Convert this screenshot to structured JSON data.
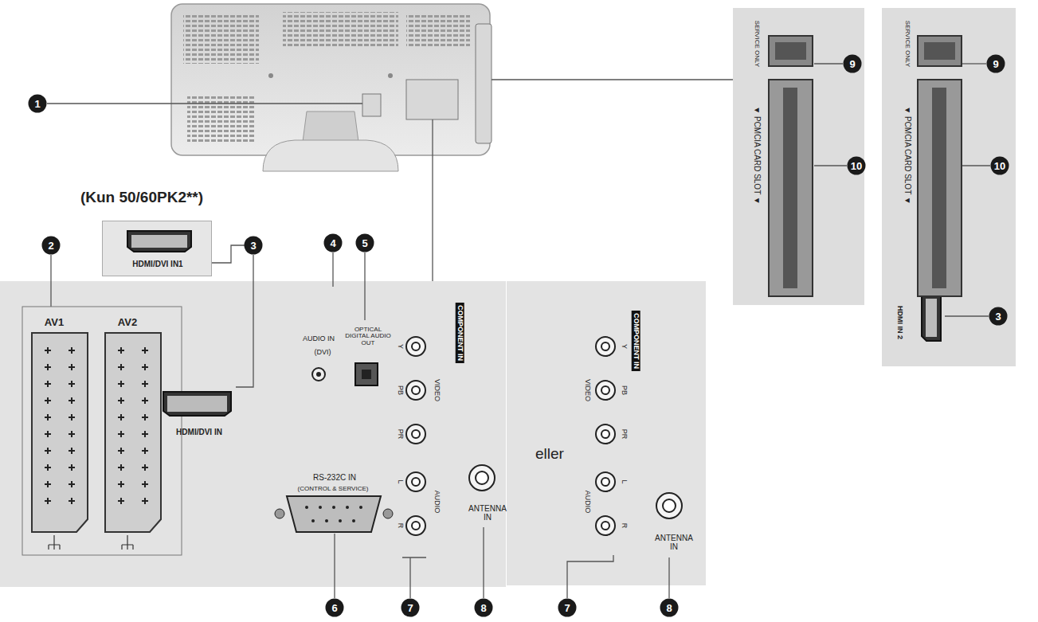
{
  "diagram": {
    "nodes": [
      {
        "text": [
          "AV1",
          "AV2",
          "HDMI/DVI IN",
          "AUDIO IN",
          "(DVI)",
          "OPTICAL DIGITAL AUDIO OUT",
          "RS-232C IN",
          "(CONTROL & SERVICE)",
          "COMPONENT IN",
          "VIDEO",
          "AUDIO",
          "Y",
          "PB",
          "PR",
          "L",
          "R",
          "ANTENNA IN"
        ]
      },
      {
        "text": [
          "HDMI/DVI IN1"
        ]
      },
      {
        "text": [
          "COMPONENT IN",
          "VIDEO",
          "AUDIO",
          "Y",
          "PB",
          "PR",
          "L",
          "R",
          "ANTENNA IN"
        ]
      },
      {
        "text": [
          "SERVICE ONLY",
          "▼ PCMCIA CARD SLOT ▼"
        ]
      },
      {
        "text": [
          "SERVICE ONLY",
          "▼ PCMCIA CARD SLOT ▼",
          "HDMI IN 2"
        ]
      }
    ],
    "labels": [
      "(Kun 50/60PK2**)",
      "eller",
      "1",
      "2",
      "3",
      "4",
      "5",
      "6",
      "7",
      "8",
      "7",
      "8",
      "9",
      "10",
      "9",
      "10",
      "3"
    ]
  }
}
